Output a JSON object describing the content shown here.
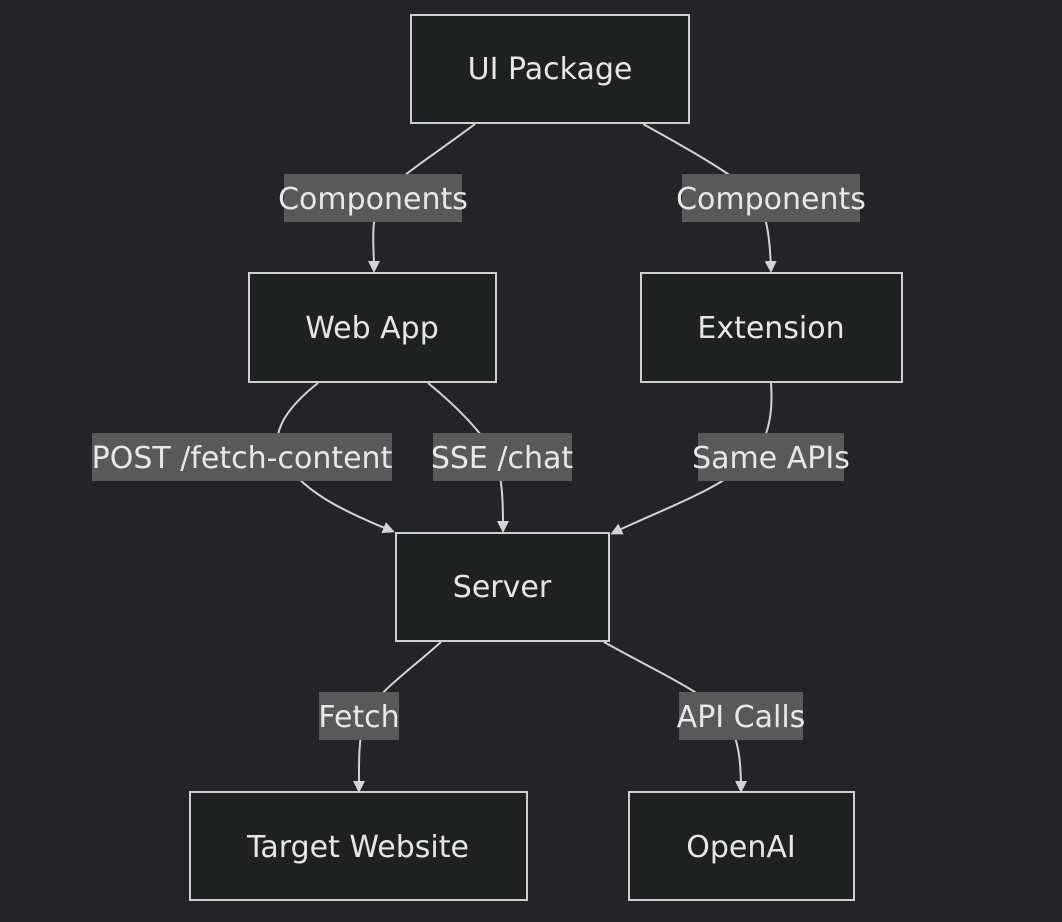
{
  "colors": {
    "background": "#232328",
    "node_fill": "#1f2020",
    "node_stroke": "#cfcfcf",
    "text": "#e6e6e6",
    "edge": "#d4d4d4",
    "label_bg": "#595959"
  },
  "nodes": {
    "ui_package": "UI Package",
    "web_app": "Web App",
    "extension": "Extension",
    "server": "Server",
    "target_website": "Target Website",
    "openai": "OpenAI"
  },
  "edges": {
    "ui_to_web": "Components",
    "ui_to_ext": "Components",
    "web_to_server_post": "POST /fetch-content",
    "web_to_server_sse": "SSE /chat",
    "ext_to_server": "Same APIs",
    "server_to_target": "Fetch",
    "server_to_openai": "API Calls"
  }
}
